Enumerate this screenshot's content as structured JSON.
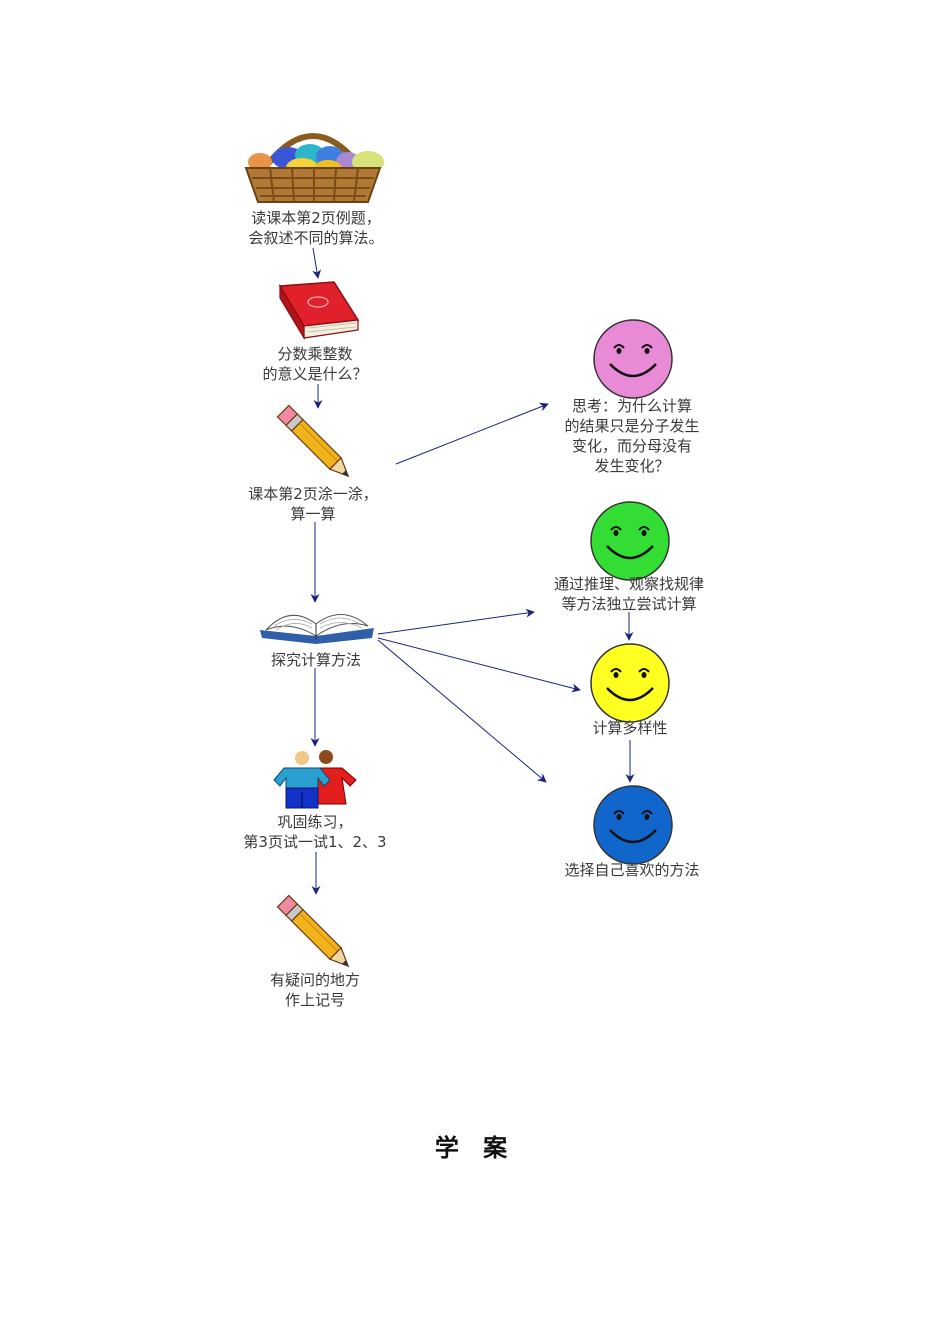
{
  "nodes": {
    "read_textbook": {
      "lines": [
        "读课本第2页例题，",
        "会叙述不同的算法。"
      ]
    },
    "meaning_question": {
      "lines": [
        "分数乘整数",
        "的意义是什么？"
      ]
    },
    "shade_compute": {
      "lines": [
        "课本第2页涂一涂，",
        "算一算"
      ]
    },
    "explore_method": {
      "lines": [
        "探究计算方法"
      ]
    },
    "consolidate": {
      "lines": [
        "巩固练习，",
        "第3页试一试1、2、3"
      ]
    },
    "mark_doubts": {
      "lines": [
        "有疑问的地方",
        "作上记号"
      ]
    },
    "think_why": {
      "lines": [
        "思考：为什么计算",
        "的结果只是分子发生",
        "变化，而分母没有",
        "发生变化？"
      ]
    },
    "reasoning_observe": {
      "lines": [
        "通过推理、观察找规律",
        "等方法独立尝试计算"
      ]
    },
    "diversity": {
      "lines": [
        "计算多样性"
      ]
    },
    "choose_method": {
      "lines": [
        "选择自己喜欢的方法"
      ]
    }
  },
  "icons": {
    "read_textbook": "basket-of-eggs-icon",
    "meaning_question": "red-book-icon",
    "shade_compute": "pencil-icon",
    "explore_method": "open-book-icon",
    "consolidate": "two-students-icon",
    "mark_doubts": "pencil-icon"
  },
  "faces": {
    "think_why": "#e98ad6",
    "reasoning_observe": "#33dd33",
    "diversity": "#ffff22",
    "choose_method": "#1166cc"
  },
  "edges": [
    [
      "read_textbook",
      "meaning_question"
    ],
    [
      "meaning_question",
      "shade_compute"
    ],
    [
      "shade_compute",
      "think_why"
    ],
    [
      "shade_compute",
      "explore_method"
    ],
    [
      "explore_method",
      "reasoning_observe"
    ],
    [
      "explore_method",
      "diversity"
    ],
    [
      "explore_method",
      "choose_method"
    ],
    [
      "explore_method",
      "consolidate"
    ],
    [
      "consolidate",
      "mark_doubts"
    ],
    [
      "reasoning_observe",
      "diversity"
    ],
    [
      "diversity",
      "choose_method"
    ]
  ],
  "colors": {
    "arrow": "#1a237e",
    "label_text": "#3a3a3a"
  },
  "footer": {
    "title": "学 案"
  }
}
